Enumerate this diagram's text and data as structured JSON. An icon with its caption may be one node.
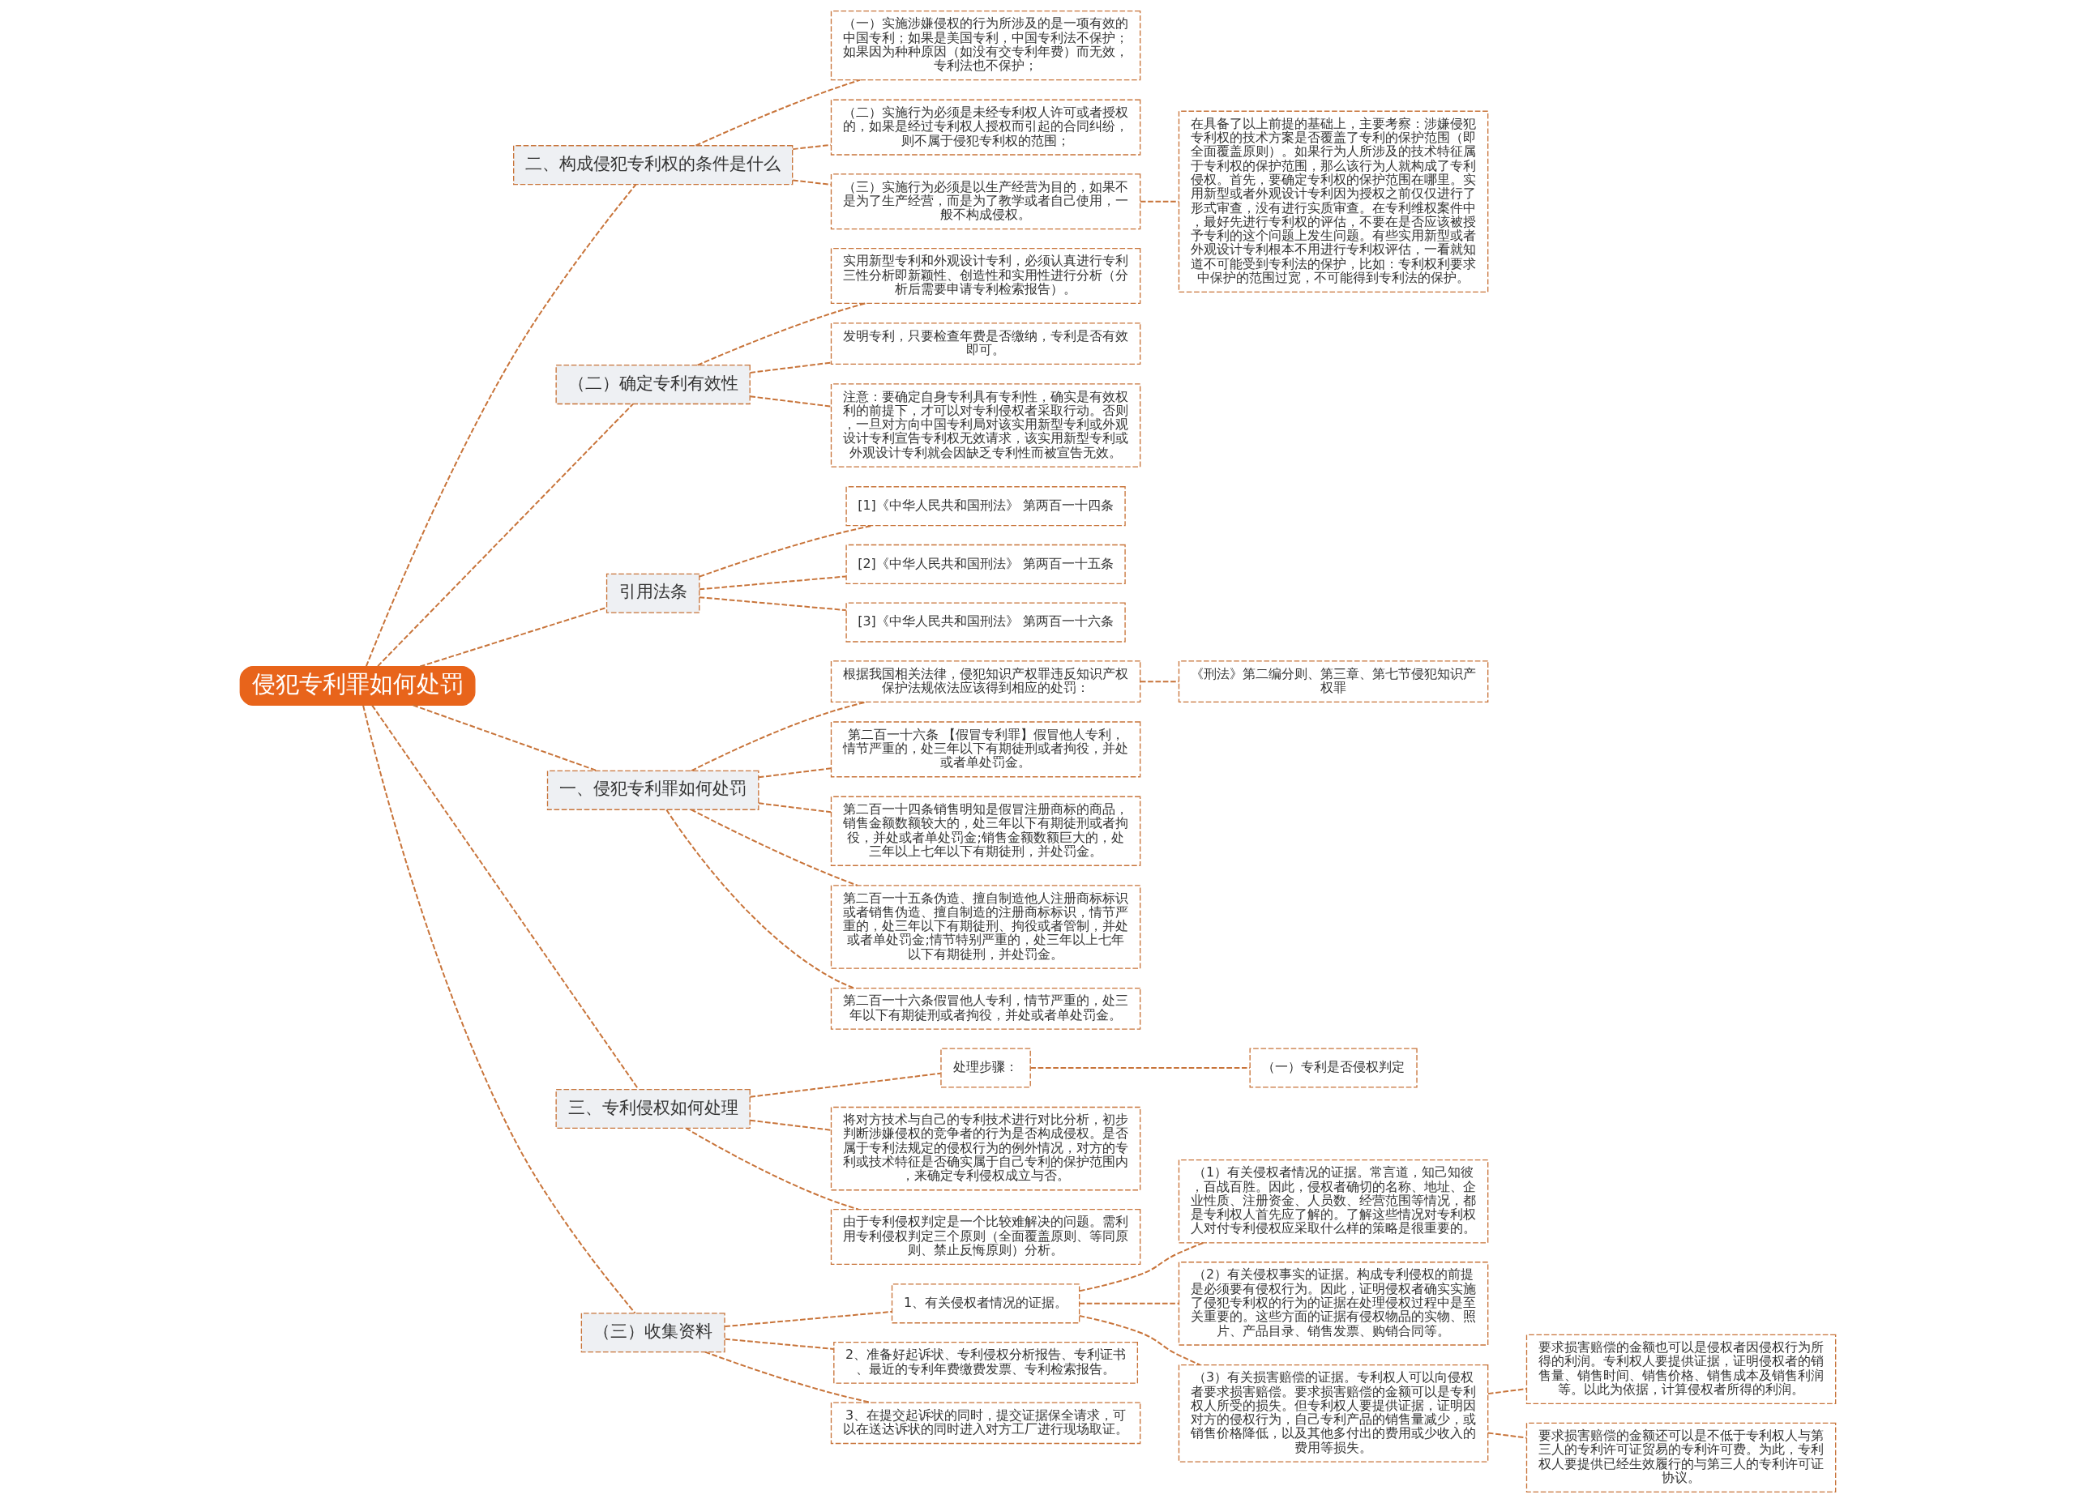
{
  "diagram": {
    "nodes": [
      {
        "text": [
          "侵犯专利罪如何处罚"
        ]
      },
      {
        "text": [
          "二、构成侵犯专利权的条件是什么"
        ]
      },
      {
        "text": [
          "（一）实施涉嫌侵权的行为所涉及的是一项有效的中国专利；如果是美国专利，中国专利法不保护；如果因为种种原因（如没有交专利年费）而无效，专利法也不保护；"
        ]
      },
      {
        "text": [
          "（二）实施行为必须是未经专利权人许可或者授权的，如果是经过专利权人授权而引起的合同纠纷，则不属于侵犯专利权的范围；"
        ]
      },
      {
        "text": [
          "（三）实施行为必须是以生产经营为目的，如果不是为了生产经营，而是为了教学或者自己使用，一般不构成侵权。"
        ]
      },
      {
        "text": [
          "在具备了以上前提的基础上，主要考察：涉嫌侵犯专利权的技术方案是否覆盖了专利的保护范围（即全面覆盖原则）。如果行为人所涉及的技术特征属于专利权的保护范围，那么该行为人就构成了专利侵权。首先，要确定专利权的保护范围在哪里。实用新型或者外观设计专利因为授权之前仅仅进行了形式审查，没有进行实质审查。在专利维权案件中，最好先进行专利权的评估，不要在是否应该被授予专利的这个问题上发生问题。有些实用新型或者外观设计专利根本不用进行专利权评估，一看就知道不可能受到专利法的保护，比如：专利权利要求中保护的范围过宽，不可能得到专利法的保护。"
        ]
      },
      {
        "text": [
          "（二）确定专利有效性"
        ]
      },
      {
        "text": [
          "实用新型专利和外观设计专利，必须认真进行专利三性分析即新颖性、创造性和实用性进行分析（分析后需要申请专利检索报告）。"
        ]
      },
      {
        "text": [
          "发明专利，只要检查年费是否缴纳，专利是否有效即可。"
        ]
      },
      {
        "text": [
          "注意：要确定自身专利具有专利性，确实是有效权利的前提下，才可以对专利侵权者采取行动。否则，一旦对方向中国专利局对该实用新型专利或外观设计专利宣告专利权无效请求，该实用新型专利或外观设计专利就会因缺乏专利性而被宣告无效。"
        ]
      },
      {
        "text": [
          "引用法条"
        ]
      },
      {
        "text": [
          "[1]《中华人民共和国刑法》 第两百一十四条"
        ]
      },
      {
        "text": [
          "[2]《中华人民共和国刑法》 第两百一十五条"
        ]
      },
      {
        "text": [
          "[3]《中华人民共和国刑法》 第两百一十六条"
        ]
      },
      {
        "text": [
          "一、侵犯专利罪如何处罚"
        ]
      },
      {
        "text": [
          "根据我国相关法律，侵犯知识产权罪违反知识产权保护法规依法应该得到相应的处罚："
        ]
      },
      {
        "text": [
          "《刑法》第二编分则、第三章、第七节侵犯知识产权罪"
        ]
      },
      {
        "text": [
          "第二百一十六条 【假冒专利罪】假冒他人专利，情节严重的，处三年以下有期徒刑或者拘役，并处或者单处罚金。"
        ]
      },
      {
        "text": [
          "第二百一十四条销售明知是假冒注册商标的商品，销售金额数额较大的，处三年以下有期徒刑或者拘役，并处或者单处罚金;销售金额数额巨大的，处三年以上七年以下有期徒刑，并处罚金。"
        ]
      },
      {
        "text": [
          "第二百一十五条伪造、擅自制造他人注册商标标识或者销售伪造、擅自制造的注册商标标识，情节严重的，处三年以下有期徒刑、拘役或者管制，并处或者单处罚金;情节特别严重的，处三年以上七年以下有期徒刑，并处罚金。"
        ]
      },
      {
        "text": [
          "第二百一十六条假冒他人专利，情节严重的，处三年以下有期徒刑或者拘役，并处或者单处罚金。"
        ]
      },
      {
        "text": [
          "三、专利侵权如何处理"
        ]
      },
      {
        "text": [
          "处理步骤："
        ]
      },
      {
        "text": [
          "（一）专利是否侵权判定"
        ]
      },
      {
        "text": [
          "将对方技术与自己的专利技术进行对比分析，初步判断涉嫌侵权的竞争者的行为是否构成侵权。是否属于专利法规定的侵权行为的例外情况，对方的专利或技术特征是否确实属于自己专利的保护范围内，来确定专利侵权成立与否。"
        ]
      },
      {
        "text": [
          "由于专利侵权判定是一个比较难解决的问题。需利用专利侵权判定三个原则（全面覆盖原则、等同原则、禁止反悔原则）分析。"
        ]
      },
      {
        "text": [
          "（三）收集资料"
        ]
      },
      {
        "text": [
          "1、有关侵权者情况的证据。"
        ]
      },
      {
        "text": [
          "（1）有关侵权者情况的证据。常言道，知己知彼，百战百胜。因此，侵权者确切的名称、地址、企业性质、注册资金、人员数、经营范围等情况，都是专利权人首先应了解的。了解这些情况对专利权人对付专利侵权应采取什么样的策略是很重要的。"
        ]
      },
      {
        "text": [
          "（2）有关侵权事实的证据。构成专利侵权的前提是必须要有侵权行为。因此，证明侵权者确实实施了侵犯专利权的行为的证据在处理侵权过程中是至关重要的。这些方面的证据有侵权物品的实物、照片、产品目录、销售发票、购销合同等。"
        ]
      },
      {
        "text": [
          "（3）有关损害赔偿的证据。专利权人可以向侵权者要求损害赔偿。要求损害赔偿的金额可以是专利权人所受的损失。但专利权人要提供证据，证明因对方的侵权行为，自己专利产品的销售量减少，或销售价格降低，以及其他多付出的费用或少收入的费用等损失。"
        ]
      },
      {
        "text": [
          "要求损害赔偿的金额也可以是侵权者因侵权行为所得的利润。专利权人要提供证据，证明侵权者的销售量、销售时间、销售价格、销售成本及销售利润等。以此为依据，计算侵权者所得的利润。"
        ]
      },
      {
        "text": [
          "要求损害赔偿的金额还可以是不低于专利权人与第三人的专利许可证贸易的专利许可费。为此，专利权人要提供已经生效履行的与第三人的专利许可证协议。"
        ]
      },
      {
        "text": [
          "2、准备好起诉状、专利侵权分析报告、专利证书、最近的专利年费缴费发票、专利检索报告。"
        ]
      },
      {
        "text": [
          "3、在提交起诉状的同时，提交证据保全请求，可以在送达诉状的同时进入对方工厂进行现场取证。"
        ]
      }
    ],
    "edges": [
      {
        "from": 0,
        "to": 1,
        "arrow": "none"
      },
      {
        "from": 1,
        "to": 2,
        "arrow": "none"
      },
      {
        "from": 1,
        "to": 3,
        "arrow": "none"
      },
      {
        "from": 1,
        "to": 4,
        "arrow": "none"
      },
      {
        "from": 4,
        "to": 5,
        "arrow": "none"
      },
      {
        "from": 0,
        "to": 6,
        "arrow": "none"
      },
      {
        "from": 6,
        "to": 7,
        "arrow": "none"
      },
      {
        "from": 6,
        "to": 8,
        "arrow": "none"
      },
      {
        "from": 6,
        "to": 9,
        "arrow": "none"
      },
      {
        "from": 0,
        "to": 10,
        "arrow": "none"
      },
      {
        "from": 10,
        "to": 11,
        "arrow": "none"
      },
      {
        "from": 10,
        "to": 12,
        "arrow": "none"
      },
      {
        "from": 10,
        "to": 13,
        "arrow": "none"
      },
      {
        "from": 0,
        "to": 14,
        "arrow": "none"
      },
      {
        "from": 14,
        "to": 15,
        "arrow": "none"
      },
      {
        "from": 15,
        "to": 16,
        "arrow": "none"
      },
      {
        "from": 14,
        "to": 17,
        "arrow": "none"
      },
      {
        "from": 14,
        "to": 18,
        "arrow": "none"
      },
      {
        "from": 14,
        "to": 19,
        "arrow": "none"
      },
      {
        "from": 14,
        "to": 20,
        "arrow": "none"
      },
      {
        "from": 0,
        "to": 21,
        "arrow": "none"
      },
      {
        "from": 21,
        "to": 22,
        "arrow": "none"
      },
      {
        "from": 22,
        "to": 23,
        "arrow": "none"
      },
      {
        "from": 21,
        "to": 24,
        "arrow": "none"
      },
      {
        "from": 21,
        "to": 25,
        "arrow": "none"
      },
      {
        "from": 0,
        "to": 26,
        "arrow": "none"
      },
      {
        "from": 26,
        "to": 27,
        "arrow": "none"
      },
      {
        "from": 27,
        "to": 28,
        "arrow": "none"
      },
      {
        "from": 27,
        "to": 29,
        "arrow": "none"
      },
      {
        "from": 27,
        "to": 30,
        "arrow": "none"
      },
      {
        "from": 30,
        "to": 31,
        "arrow": "none"
      },
      {
        "from": 30,
        "to": 32,
        "arrow": "none"
      },
      {
        "from": 26,
        "to": 33,
        "arrow": "none"
      },
      {
        "from": 26,
        "to": 34,
        "arrow": "none"
      }
    ]
  }
}
